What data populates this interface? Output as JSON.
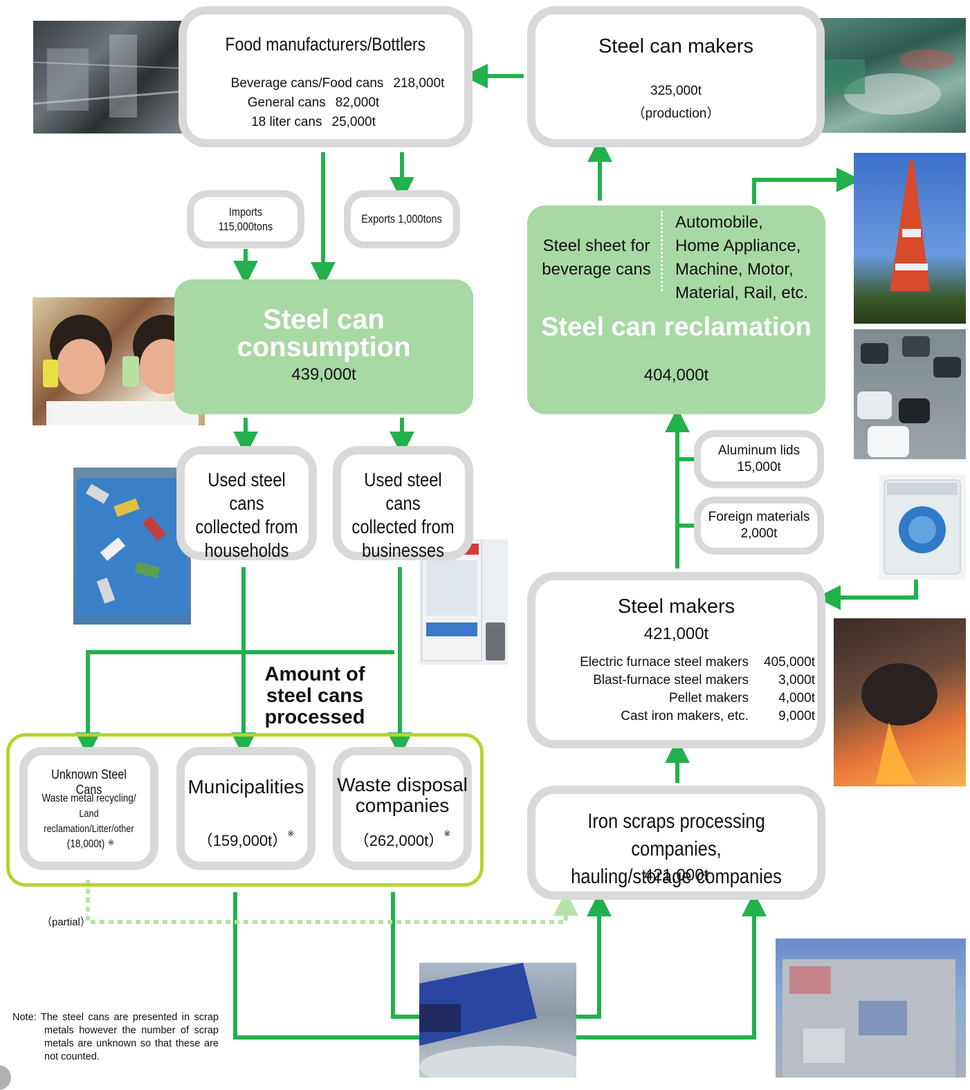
{
  "food_manufacturers": {
    "title": "Food manufacturers/Bottlers",
    "rows": [
      {
        "label": "Beverage cans/Food cans",
        "value": "218,000t"
      },
      {
        "label": "General cans",
        "value": "82,000t"
      },
      {
        "label": "18 liter cans",
        "value": "25,000t"
      }
    ]
  },
  "steel_can_makers": {
    "title": "Steel can makers",
    "value": "325,000t",
    "note": "（production）"
  },
  "imports": "Imports 115,000tons",
  "exports": "Exports 1,000tons",
  "consumption": {
    "title_line1": "Steel can",
    "title_line2": "consumption",
    "value": "439,000t"
  },
  "reclamation": {
    "left_line1": "Steel sheet for",
    "left_line2": "beverage cans",
    "right_lines": [
      "Automobile,",
      "Home Appliance,",
      "Machine, Motor,",
      "Material, Rail, etc."
    ],
    "title": "Steel can reclamation",
    "value": "404,000t"
  },
  "households": {
    "lines": [
      "Used steel cans",
      "collected from",
      "households"
    ]
  },
  "businesses": {
    "lines": [
      "Used steel cans",
      "collected from",
      "businesses"
    ]
  },
  "aluminum_lids": {
    "label": "Aluminum lids",
    "value": "15,000t"
  },
  "foreign_materials": {
    "label": "Foreign materials",
    "value": "2,000t"
  },
  "steel_makers": {
    "title": "Steel makers",
    "value": "421,000t",
    "rows": [
      {
        "label": "Electric furnace steel makers",
        "value": "405,000t"
      },
      {
        "label": "Blast-furnace steel makers",
        "value": "3,000t"
      },
      {
        "label": "Pellet makers",
        "value": "4,000t"
      },
      {
        "label": "Cast iron makers, etc.",
        "value": "9,000t"
      }
    ]
  },
  "amount_processed": {
    "lines": [
      "Amount of",
      "steel cans",
      "processed"
    ]
  },
  "unknown": {
    "title": "Unknown Steel Cans",
    "line1": "Waste metal recycling/",
    "line2": "Land reclamation/Litter/other",
    "value": "(18,000t)",
    "mark": "※"
  },
  "municipalities": {
    "title": "Municipalities",
    "value": "（159,000t）",
    "mark": "※"
  },
  "waste_disposal": {
    "title_line1": "Waste disposal",
    "title_line2": "companies",
    "value": "（262,000t）",
    "mark": "※"
  },
  "iron_scraps": {
    "line1": "Iron scraps processing companies,",
    "line2": "hauling/storage companies",
    "value": "421,000t"
  },
  "partial": "（partial）",
  "note": "Note: The steel cans are presented in scrap metals however the number of scrap metals are unknown so that these are not counted.",
  "colors": {
    "arrow": "#22b14c",
    "light_green": "#a8d8a4",
    "border_gray": "#d9d9d9",
    "lime": "#b7d42c",
    "dotted": "#b8e2a8"
  }
}
